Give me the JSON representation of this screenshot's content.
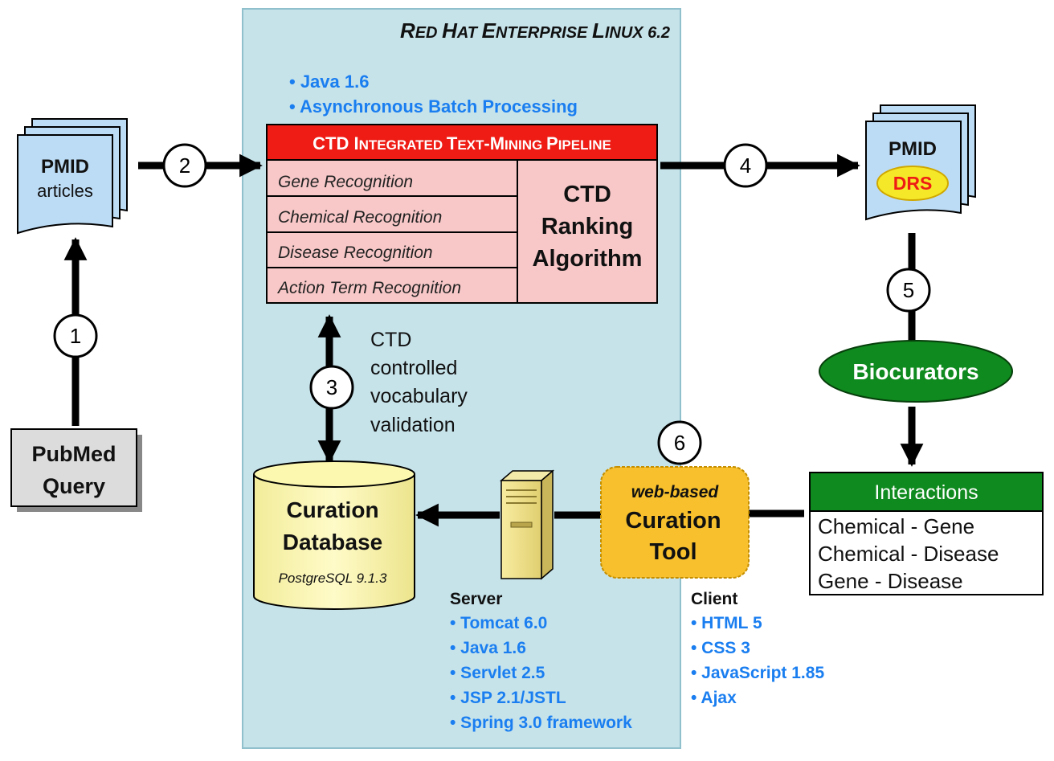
{
  "platform": {
    "title_small_caps": [
      "R",
      "ED ",
      "H",
      "AT ",
      "E",
      "NTERPRISE ",
      "L",
      "INUX 6.2"
    ],
    "bullets": [
      "• Java 1.6",
      "• Asynchronous Batch Processing"
    ]
  },
  "pipeline": {
    "header_parts": [
      "CTD I",
      "NTEGRATED ",
      "T",
      "EXT",
      "-M",
      "INING ",
      "P",
      "IPELINE"
    ],
    "modules": [
      "Gene Recognition",
      "Chemical Recognition",
      "Disease Recognition",
      "Action Term Recognition"
    ],
    "ranking": [
      "CTD",
      "Ranking",
      "Algorithm"
    ]
  },
  "input_docs": {
    "line1": "PMID",
    "line2": "articles"
  },
  "output_docs": {
    "line1": "PMID",
    "badge": "DRS"
  },
  "pubmed": {
    "line1": "PubMed",
    "line2": "Query"
  },
  "steps": [
    "1",
    "2",
    "3",
    "4",
    "5",
    "6"
  ],
  "validation": [
    "CTD",
    "controlled",
    "vocabulary",
    "validation"
  ],
  "database": {
    "line1": "Curation",
    "line2": "Database",
    "engine": "PostgreSQL 9.1.3"
  },
  "biocurators": "Biocurators",
  "curation_tool": {
    "sub": "web-based",
    "line1": "Curation",
    "line2": "Tool"
  },
  "interactions": {
    "header": "Interactions",
    "items": [
      "Chemical - Gene",
      "Chemical - Disease",
      "Gene - Disease"
    ]
  },
  "server": {
    "title": "Server",
    "items": [
      "• Tomcat 6.0",
      "• Java 1.6",
      "• Servlet 2.5",
      "• JSP 2.1/JSTL",
      "• Spring 3.0 framework"
    ]
  },
  "client": {
    "title": "Client",
    "items": [
      "• HTML 5",
      "• CSS 3",
      "• JavaScript 1.85",
      "• Ajax"
    ]
  },
  "colors": {
    "platform_bg": "#c6e3ea",
    "pipeline_header": "#ee1c14",
    "pipeline_cell": "#f8c8c8",
    "bullet_blue": "#1a7ef0",
    "database_fill": "#fdf8b0",
    "biocurators": "#0f8a1e",
    "curation_tool": "#f7c02c",
    "interactions_header": "#0f8a1e"
  }
}
